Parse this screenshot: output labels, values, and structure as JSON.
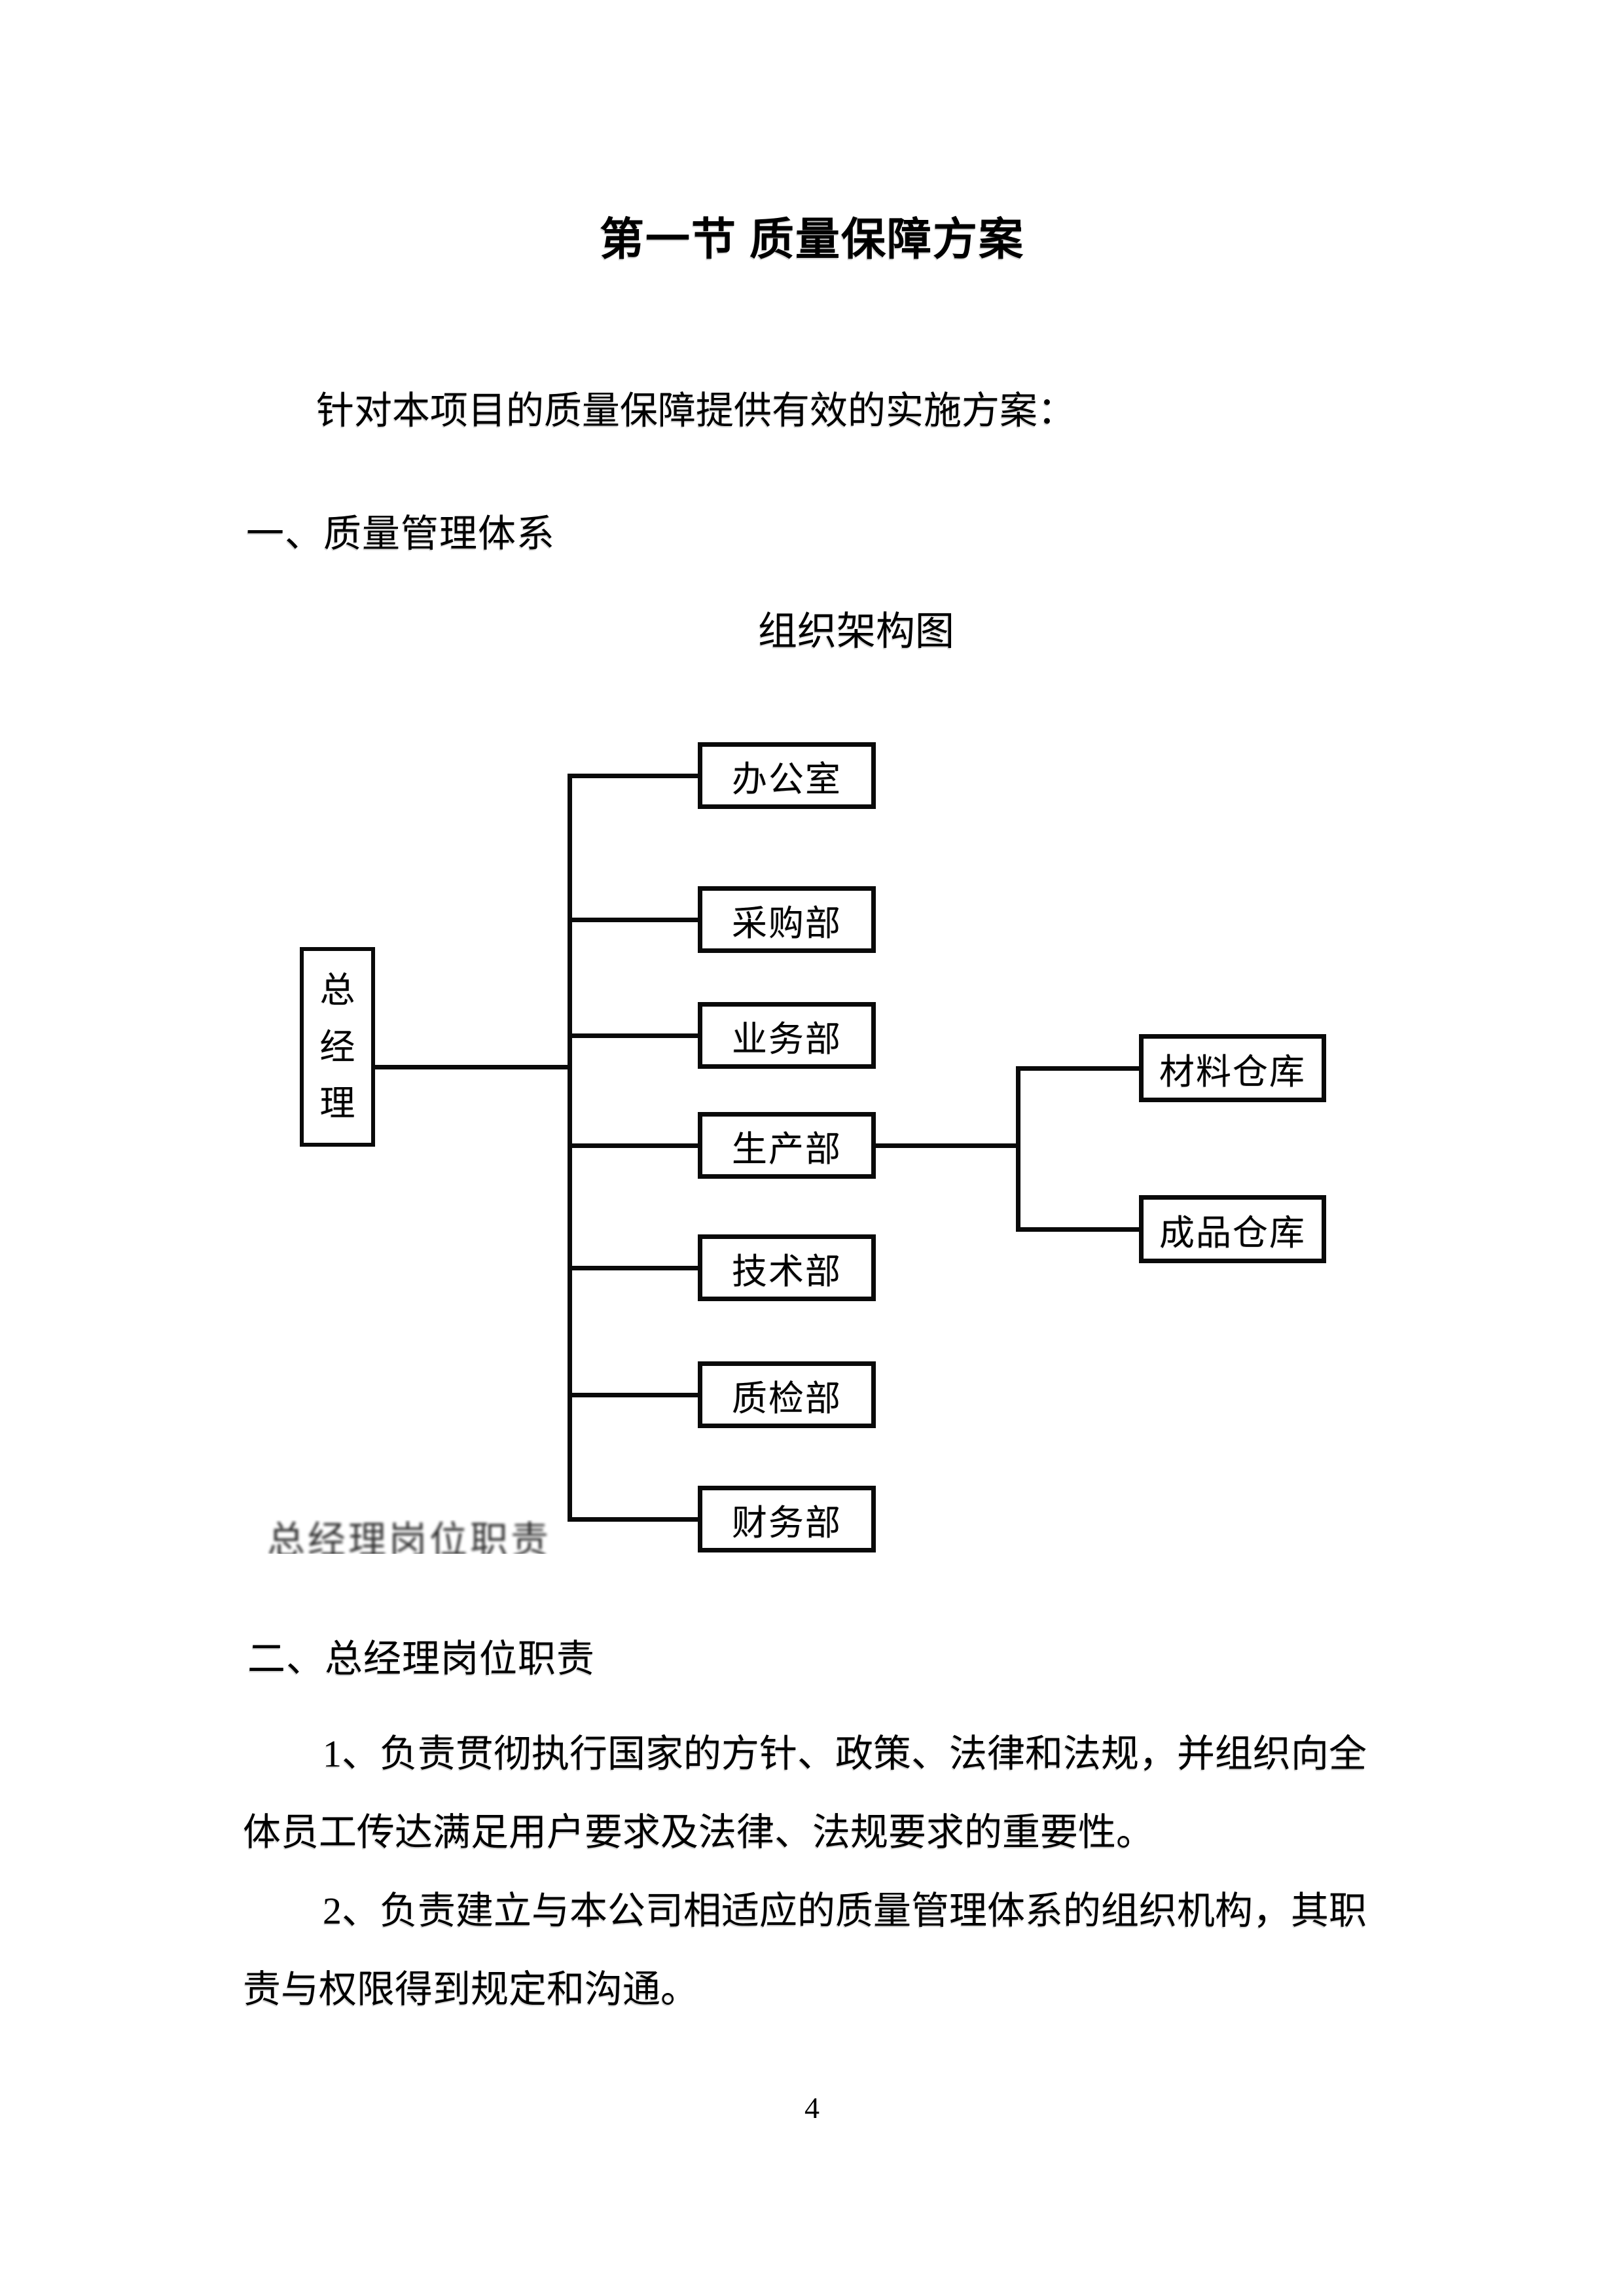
{
  "document": {
    "title": "第一节 质量保障方案",
    "intro": "针对本项目的质量保障提供有效的实施方案：",
    "section1_heading": "一、质量管理体系",
    "chart_caption": "组织架构图",
    "clipped_text_fragment": "总经理岗位职责",
    "section2_heading": "二、总经理岗位职责",
    "paragraphs": {
      "p1_line1": "1、负责贯彻执行国家的方针、政策、法律和法规，并组织向全",
      "p1_line2": "体员工传达满足用户要求及法律、法规要求的重要性。",
      "p2_line1": "2、负责建立与本公司相适应的质量管理体系的组织机构，其职",
      "p2_line2": "责与权限得到规定和沟通。"
    },
    "page_number": "4"
  },
  "org_chart": {
    "type": "org-tree",
    "root": "总经理",
    "root_chars": [
      "总",
      "经",
      "理"
    ],
    "departments": [
      "办公室",
      "采购部",
      "业务部",
      "生产部",
      "技术部",
      "质检部",
      "财务部"
    ],
    "production_sub_units": [
      "材料仓库",
      "成品仓库"
    ],
    "colors": {
      "line": "#0a0a0a",
      "box_border": "#0a0a0a",
      "box_fill": "#ffffff",
      "text": "#000000"
    }
  }
}
